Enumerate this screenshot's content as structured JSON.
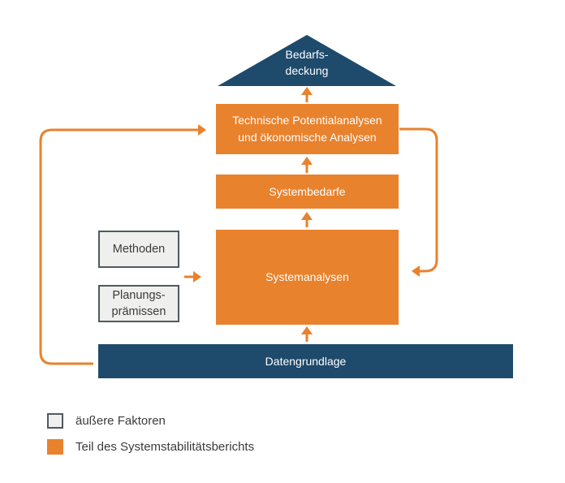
{
  "colors": {
    "orange": "#E8822D",
    "navy": "#1E4A6C",
    "gray_fill": "#EFEFED",
    "gray_border": "#4F5A5F",
    "text_dark": "#3B3B3B"
  },
  "diagram": {
    "goal": {
      "label": "Bedarfs-\ndeckung"
    },
    "boxes": {
      "technische": {
        "label": "Technische Potentialanalysen\nund ökonomische Analysen"
      },
      "systembedarfe": {
        "label": "Systembedarfe"
      },
      "systemanalysen": {
        "label": "Systemanalysen"
      },
      "methoden": {
        "label": "Methoden"
      },
      "planungspraemissen": {
        "label": "Planungs-\nprämissen"
      },
      "datengrundlage": {
        "label": "Datengrundlage"
      }
    }
  },
  "legend": {
    "items": [
      {
        "swatch": "gray-outline",
        "label": "äußere Faktoren"
      },
      {
        "swatch": "orange",
        "label": "Teil des Systemstabilitätsberichts"
      }
    ]
  }
}
